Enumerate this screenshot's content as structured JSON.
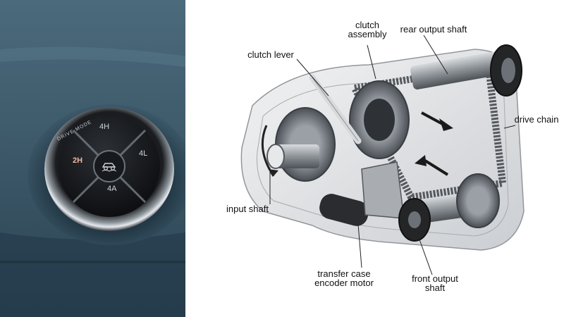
{
  "drive_mode_selector": {
    "ring_label": "DRIVE MODE",
    "buttons": [
      {
        "id": "4h",
        "label": "4H",
        "active": false
      },
      {
        "id": "4l",
        "label": "4L",
        "active": false
      },
      {
        "id": "4a",
        "label": "4A",
        "active": false
      },
      {
        "id": "2h",
        "label": "2H",
        "active": true
      }
    ],
    "center_icon": "vehicle-offroad-icon",
    "colors": {
      "active_label": "#f2b89a",
      "inactive_label": "#cfd6dc"
    }
  },
  "diagram": {
    "labels": {
      "clutch_assembly": "clutch\nassembly",
      "rear_output_shaft": "rear output shaft",
      "clutch_lever": "clutch lever",
      "drive_chain": "drive chain",
      "input_shaft": "input shaft",
      "transfer_case_encoder_motor": "transfer case\nencoder motor",
      "front_output_shaft": "front output\nshaft"
    }
  }
}
